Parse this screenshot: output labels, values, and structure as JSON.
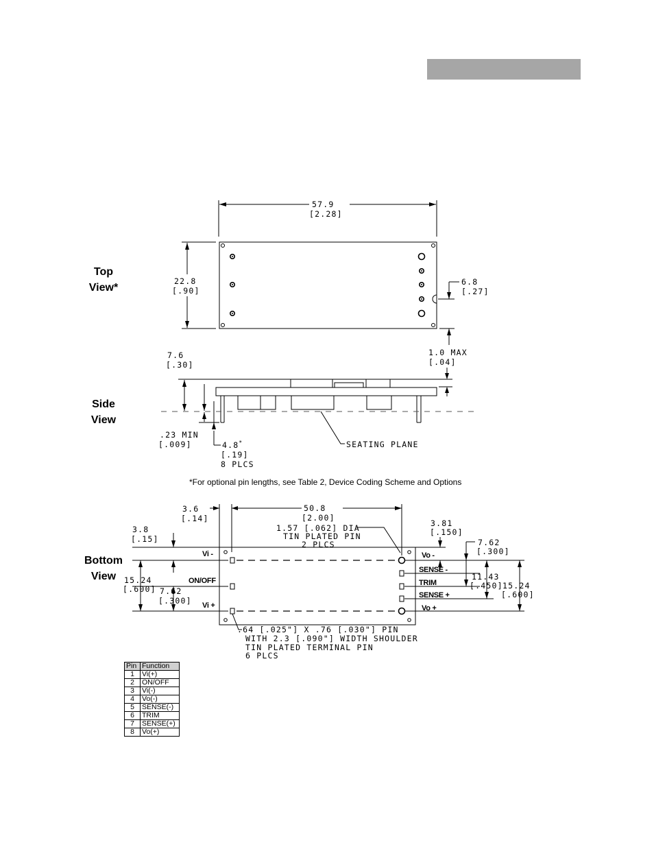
{
  "views": {
    "top": [
      "Top",
      "View*"
    ],
    "side": [
      "Side",
      "View"
    ],
    "bottom": [
      "Bottom",
      "View"
    ]
  },
  "top_dims": {
    "length_mm": "57.9",
    "length_in": "[2.28]",
    "width_mm": "22.8",
    "width_in": "[.90]",
    "notch_mm": "6.8",
    "notch_in": "[.27]"
  },
  "side_dims": {
    "max_mm": "1.0 MAX",
    "max_in": "[.04]",
    "height_mm": "7.6",
    "height_in": "[.30]",
    "min_mm": ".23 MIN",
    "min_in": "[.009]",
    "pin_mm": "4.8",
    "pin_star": "*",
    "pin_in": "[.19]",
    "pin_count": "8 PLCS",
    "seating": "SEATING PLANE"
  },
  "footnote": "*For optional pin lengths, see Table 2, Device Coding Scheme and Options",
  "bottom_dims": {
    "d36_mm": "3.6",
    "d36_in": "[.14]",
    "d508_mm": "50.8",
    "d508_in": "[2.00]",
    "d38_mm": "3.8",
    "d38_in": "[.15]",
    "dia_1": "1.57 [.062] DIA",
    "dia_2": "TIN PLATED PIN",
    "dia_3": "2 PLCS",
    "d381_mm": "3.81",
    "d381_in": "[.150]",
    "d762r_mm": "7.62",
    "d762r_in": "[.300]",
    "d1143_mm": "11.43",
    "d1143_in": "[.450]",
    "d1524r_mm": "15.24",
    "d1524r_in": "[.600]",
    "d1524l_mm": "15.24",
    "d1524l_in": "[.600]",
    "d762l_mm": "7.62",
    "d762l_in": "[.300]",
    "pin_1": ".64 [.025\"] X .76 [.030\"] PIN",
    "pin_2": "WITH 2.3 [.090\"] WIDTH SHOULDER",
    "pin_3": "TIN PLATED TERMINAL PIN",
    "pin_4": "6 PLCS"
  },
  "pin_labels": {
    "vi_minus": "Vi -",
    "onoff": "ON/OFF",
    "vi_plus": "Vi +",
    "vo_minus": "Vo -",
    "sense_minus": "SENSE -",
    "trim": "TRIM",
    "sense_plus": "SENSE +",
    "vo_plus": "Vo +"
  },
  "pin_table": {
    "headers": [
      "Pin",
      "Function"
    ],
    "rows": [
      [
        "1",
        "Vi(+)"
      ],
      [
        "2",
        "ON/OFF"
      ],
      [
        "3",
        "Vi(-)"
      ],
      [
        "4",
        "Vo(-)"
      ],
      [
        "5",
        "SENSE(-)"
      ],
      [
        "6",
        "TRIM"
      ],
      [
        "7",
        "SENSE(+)"
      ],
      [
        "8",
        "Vo(+)"
      ]
    ]
  }
}
